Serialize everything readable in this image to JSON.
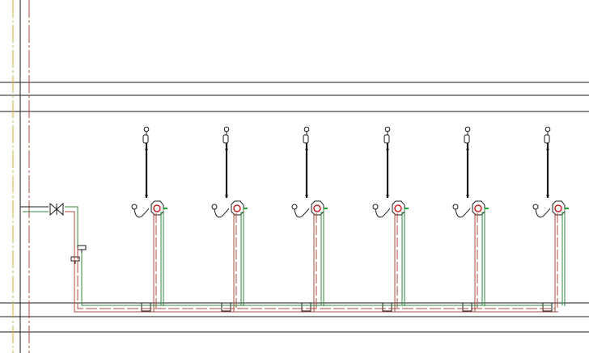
{
  "drawing": {
    "kind": "plumbing-elevation",
    "shower_unit_count": 6,
    "colors": {
      "line": "#1a1a1a",
      "hot_pipe": "#b04a3c",
      "cold_pipe": "#2f8a3c",
      "yellow_riser": "#c9b23c",
      "valve_red": "#cc2222",
      "valve_green": "#22aa33"
    },
    "components": [
      "main-riser",
      "isolation-valve",
      "tempering-valve",
      "hot-supply-pipe",
      "cold-supply-pipe",
      "shower-rail",
      "shower-head",
      "shower-mixer",
      "pipe-drop",
      "floor-channel"
    ]
  }
}
